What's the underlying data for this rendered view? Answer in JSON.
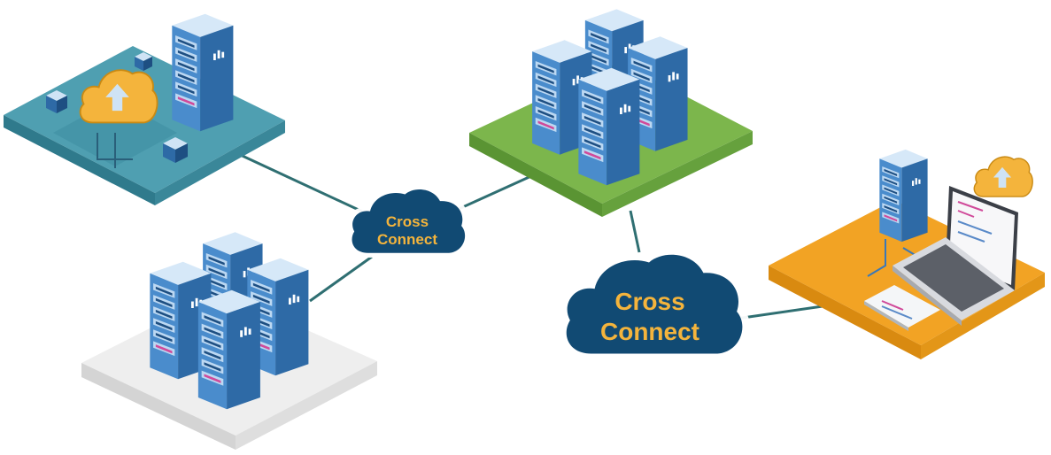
{
  "colors": {
    "background": "#ffffff",
    "link_line": "#2f6f72",
    "cloud_fill": "#114a73",
    "cloud_text": "#f4b43c",
    "platform_teal": "#4f9fb1",
    "platform_green": "#7cb64c",
    "platform_white": "#eeeeee",
    "platform_orange": "#f2a324",
    "server_blue": "#3a78b8",
    "server_light": "#bcd8f2"
  },
  "nodes": [
    {
      "id": "cloud-datacenter",
      "platform": "teal",
      "icons": [
        "server-rack-icon",
        "cloud-upload-icon",
        "node-cube-icon"
      ]
    },
    {
      "id": "server-farm-green",
      "platform": "green",
      "icons": [
        "server-rack-icon"
      ]
    },
    {
      "id": "server-farm-white",
      "platform": "white",
      "icons": [
        "server-rack-icon"
      ]
    },
    {
      "id": "office-workstation",
      "platform": "orange",
      "icons": [
        "server-rack-icon",
        "laptop-icon",
        "tablet-icon",
        "cloud-upload-icon"
      ]
    }
  ],
  "cross_connects": [
    {
      "id": "cross-connect-small",
      "line1": "Cross",
      "line2": "Connect"
    },
    {
      "id": "cross-connect-large",
      "line1": "Cross",
      "line2": "Connect"
    }
  ]
}
